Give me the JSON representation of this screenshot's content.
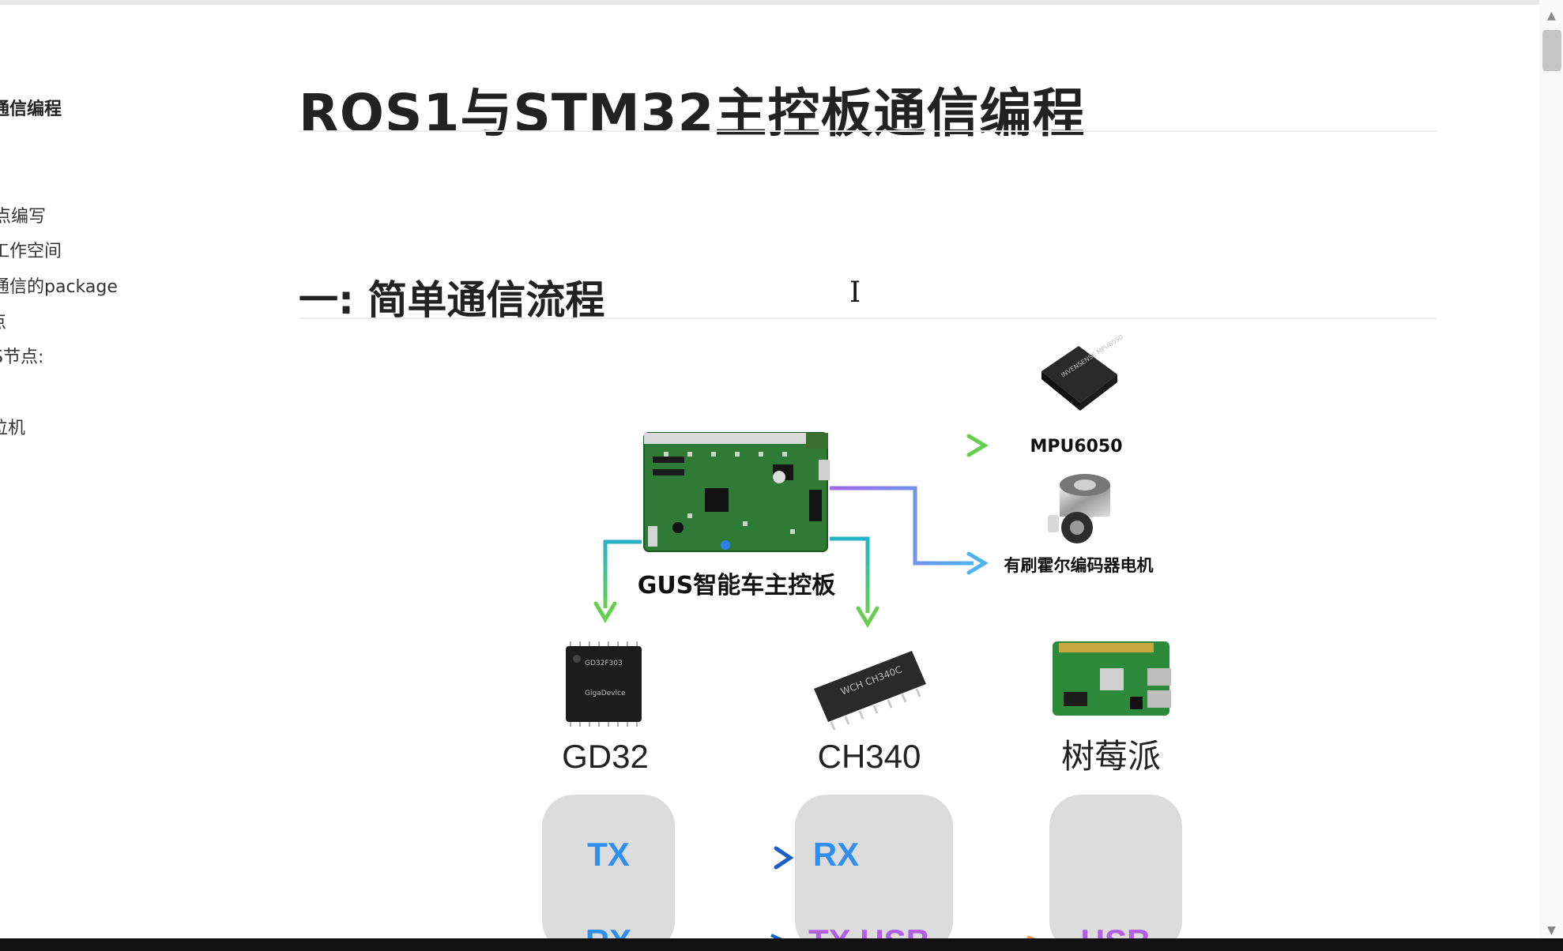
{
  "sidebar": {
    "items": [
      {
        "label": "通信编程",
        "bold": true
      },
      {
        "label": "点编写"
      },
      {
        "label": "工作空间"
      },
      {
        "label": "通信的package"
      },
      {
        "label": "点"
      },
      {
        "label": "S节点:"
      },
      {
        "label": "位机"
      }
    ]
  },
  "doc": {
    "title": "ROS1与STM32主控板通信编程",
    "section1": "一: 简单通信流程"
  },
  "diagram": {
    "mpu_label": "MPU6050",
    "motor_label": "有刷霍尔编码器电机",
    "board_label": "GUS智能车主控板",
    "gd32_label": "GD32",
    "ch340_label": "CH340",
    "pi_label": "树莓派",
    "tx_label": "TX",
    "rx_label": "RX",
    "rx2_label": "RX",
    "tx_usb_label": "TX  USB",
    "usb_label": "USB",
    "colors": {
      "green": "#5cc35a",
      "purple": "#9b6ae6",
      "blue_text": "#2f8ff0",
      "purple_text": "#b35ee6",
      "box": "#dcdcdc",
      "pcb": "#2f7a34"
    }
  }
}
